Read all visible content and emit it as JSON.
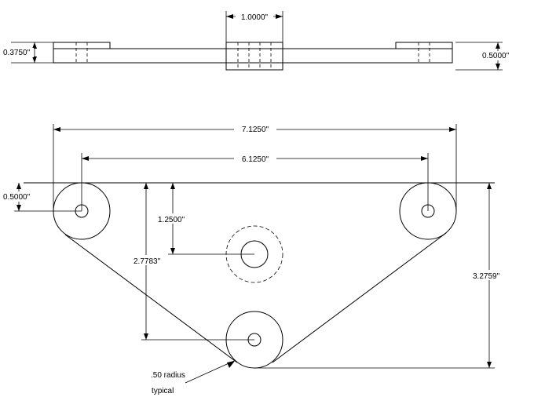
{
  "drawing": {
    "side_view": {
      "top_width": "1.0000\"",
      "left_thickness": "0.3750\"",
      "right_thickness": "0.5000\""
    },
    "plan_view": {
      "overall_width": "7.1250\"",
      "center_span": "6.1250\"",
      "left_offset": "0.5000\"",
      "middle_hole_depth": "1.2500\"",
      "lower_hole_depth": "2.7783\"",
      "overall_height": "3.2759\"",
      "note_line1": ".50 radius",
      "note_line2": "typical"
    }
  }
}
